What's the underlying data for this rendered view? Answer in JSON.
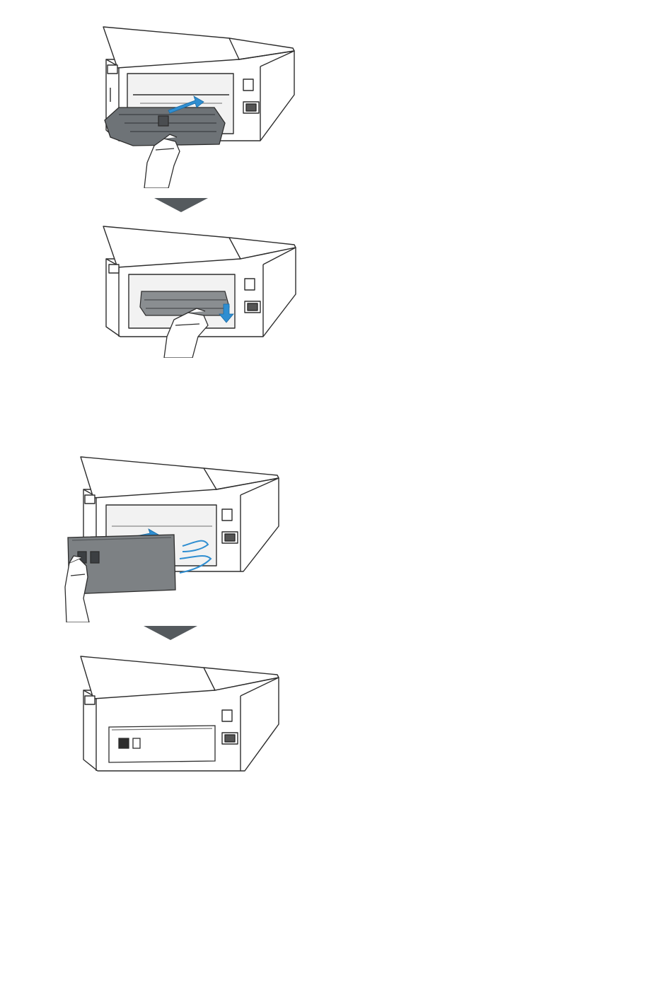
{
  "document": {
    "figures": [
      {
        "id": "fig1",
        "icon": "printer-insert-transport-unit-illustration"
      },
      {
        "id": "fig2",
        "icon": "printer-push-transport-unit-down-illustration"
      },
      {
        "id": "fig3",
        "icon": "printer-attach-rear-cover-illustration"
      },
      {
        "id": "fig4",
        "icon": "printer-rear-cover-attached-illustration"
      }
    ],
    "arrows": [
      {
        "id": "arrow1",
        "icon": "arrow-down-icon"
      },
      {
        "id": "arrow2",
        "icon": "arrow-down-icon"
      }
    ],
    "colors": {
      "line": "#2d2d2d",
      "part_gray": "#6e7377",
      "cover_gray": "#7d8184",
      "arrow_blue": "#2f8ed1",
      "step_arrow": "#555a5e"
    }
  }
}
